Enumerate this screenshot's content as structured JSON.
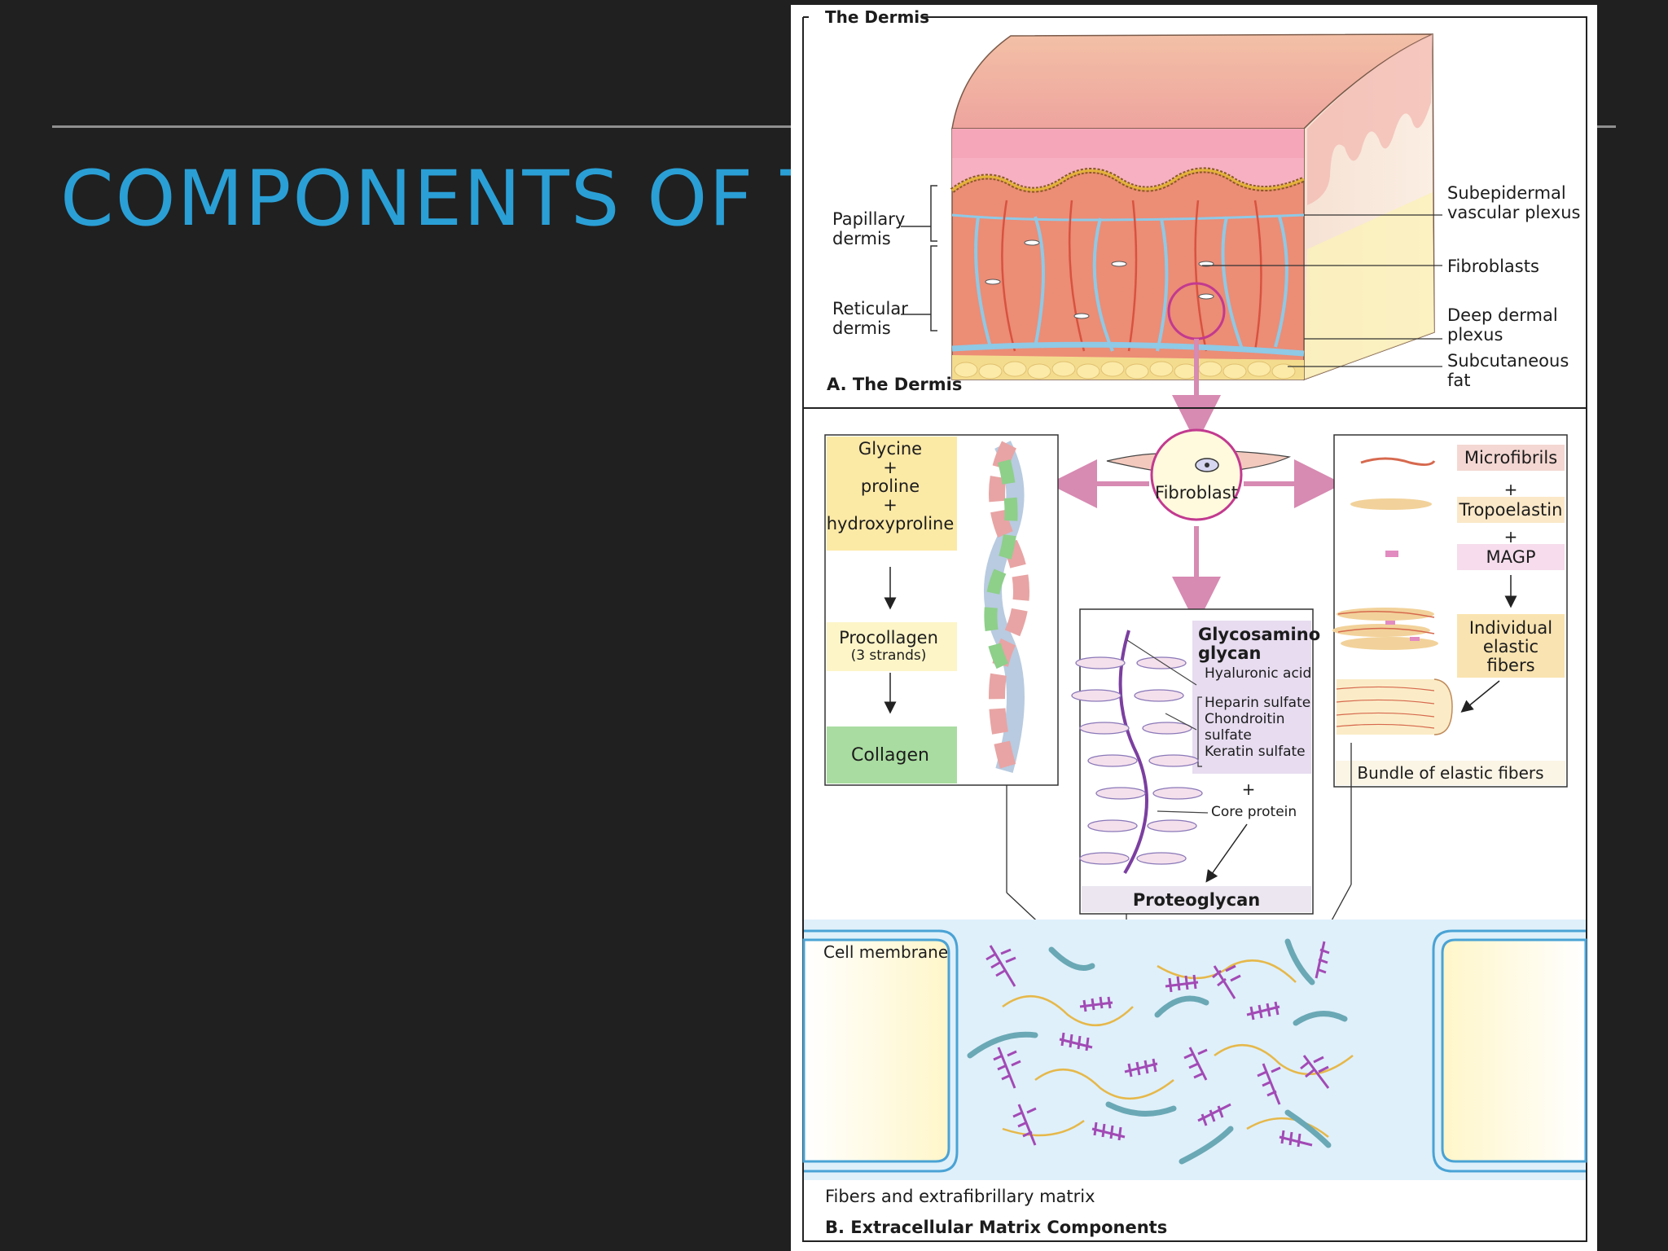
{
  "slide": {
    "title": "COMPONENTS OF TI"
  },
  "figure": {
    "panel_a": {
      "frame_title": "The Dermis",
      "caption": "A. The Dermis",
      "left_labels": {
        "papillary": [
          "Papillary",
          "dermis"
        ],
        "reticular": [
          "Reticular",
          "dermis"
        ]
      },
      "right_labels": {
        "subepidermal": [
          "Subepidermal",
          "vascular plexus"
        ],
        "fibroblasts": "Fibroblasts",
        "deep_plexus": [
          "Deep dermal",
          "plexus"
        ],
        "fat": [
          "Subcutaneous",
          "fat"
        ]
      }
    },
    "panel_b": {
      "fibroblast": "Fibroblast",
      "collagen": {
        "precursor": [
          "Glycine",
          "+",
          "proline",
          "+",
          "hydroxyproline"
        ],
        "procollagen": "Procollagen",
        "strands": "(3 strands)",
        "product": "Collagen"
      },
      "proteoglycan": {
        "gag_title": [
          "Glycosamino",
          "glycan"
        ],
        "hyaluronic": "Hyaluronic acid",
        "sulfates": [
          "Heparin sulfate",
          "Chondroitin",
          "sulfate",
          "Keratin sulfate"
        ],
        "plus": "+",
        "core": "Core protein",
        "product": "Proteoglycan"
      },
      "elastic": {
        "microfibrils": "Microfibrils",
        "tropoelastin": "Tropoelastin",
        "magp": "MAGP",
        "plus": "+",
        "individual": [
          "Individual",
          "elastic",
          "fibers"
        ],
        "bundle": "Bundle of elastic fibers"
      },
      "cell_membrane": "Cell membrane",
      "matrix_label": "Fibers and extrafibrillary matrix",
      "caption": "B. Extracellular Matrix Components"
    },
    "colors": {
      "slide_background": "#202020",
      "title_blue": "#2a9fd6",
      "dermis": "#e98a72",
      "vessel_blue": "#8ec9e6",
      "fat_yellow": "#f4dc8e",
      "collagen_green": "#a9dca0",
      "gag_purple": "#e7dcf0",
      "fibroblast_magenta": "#c23a8f"
    }
  }
}
